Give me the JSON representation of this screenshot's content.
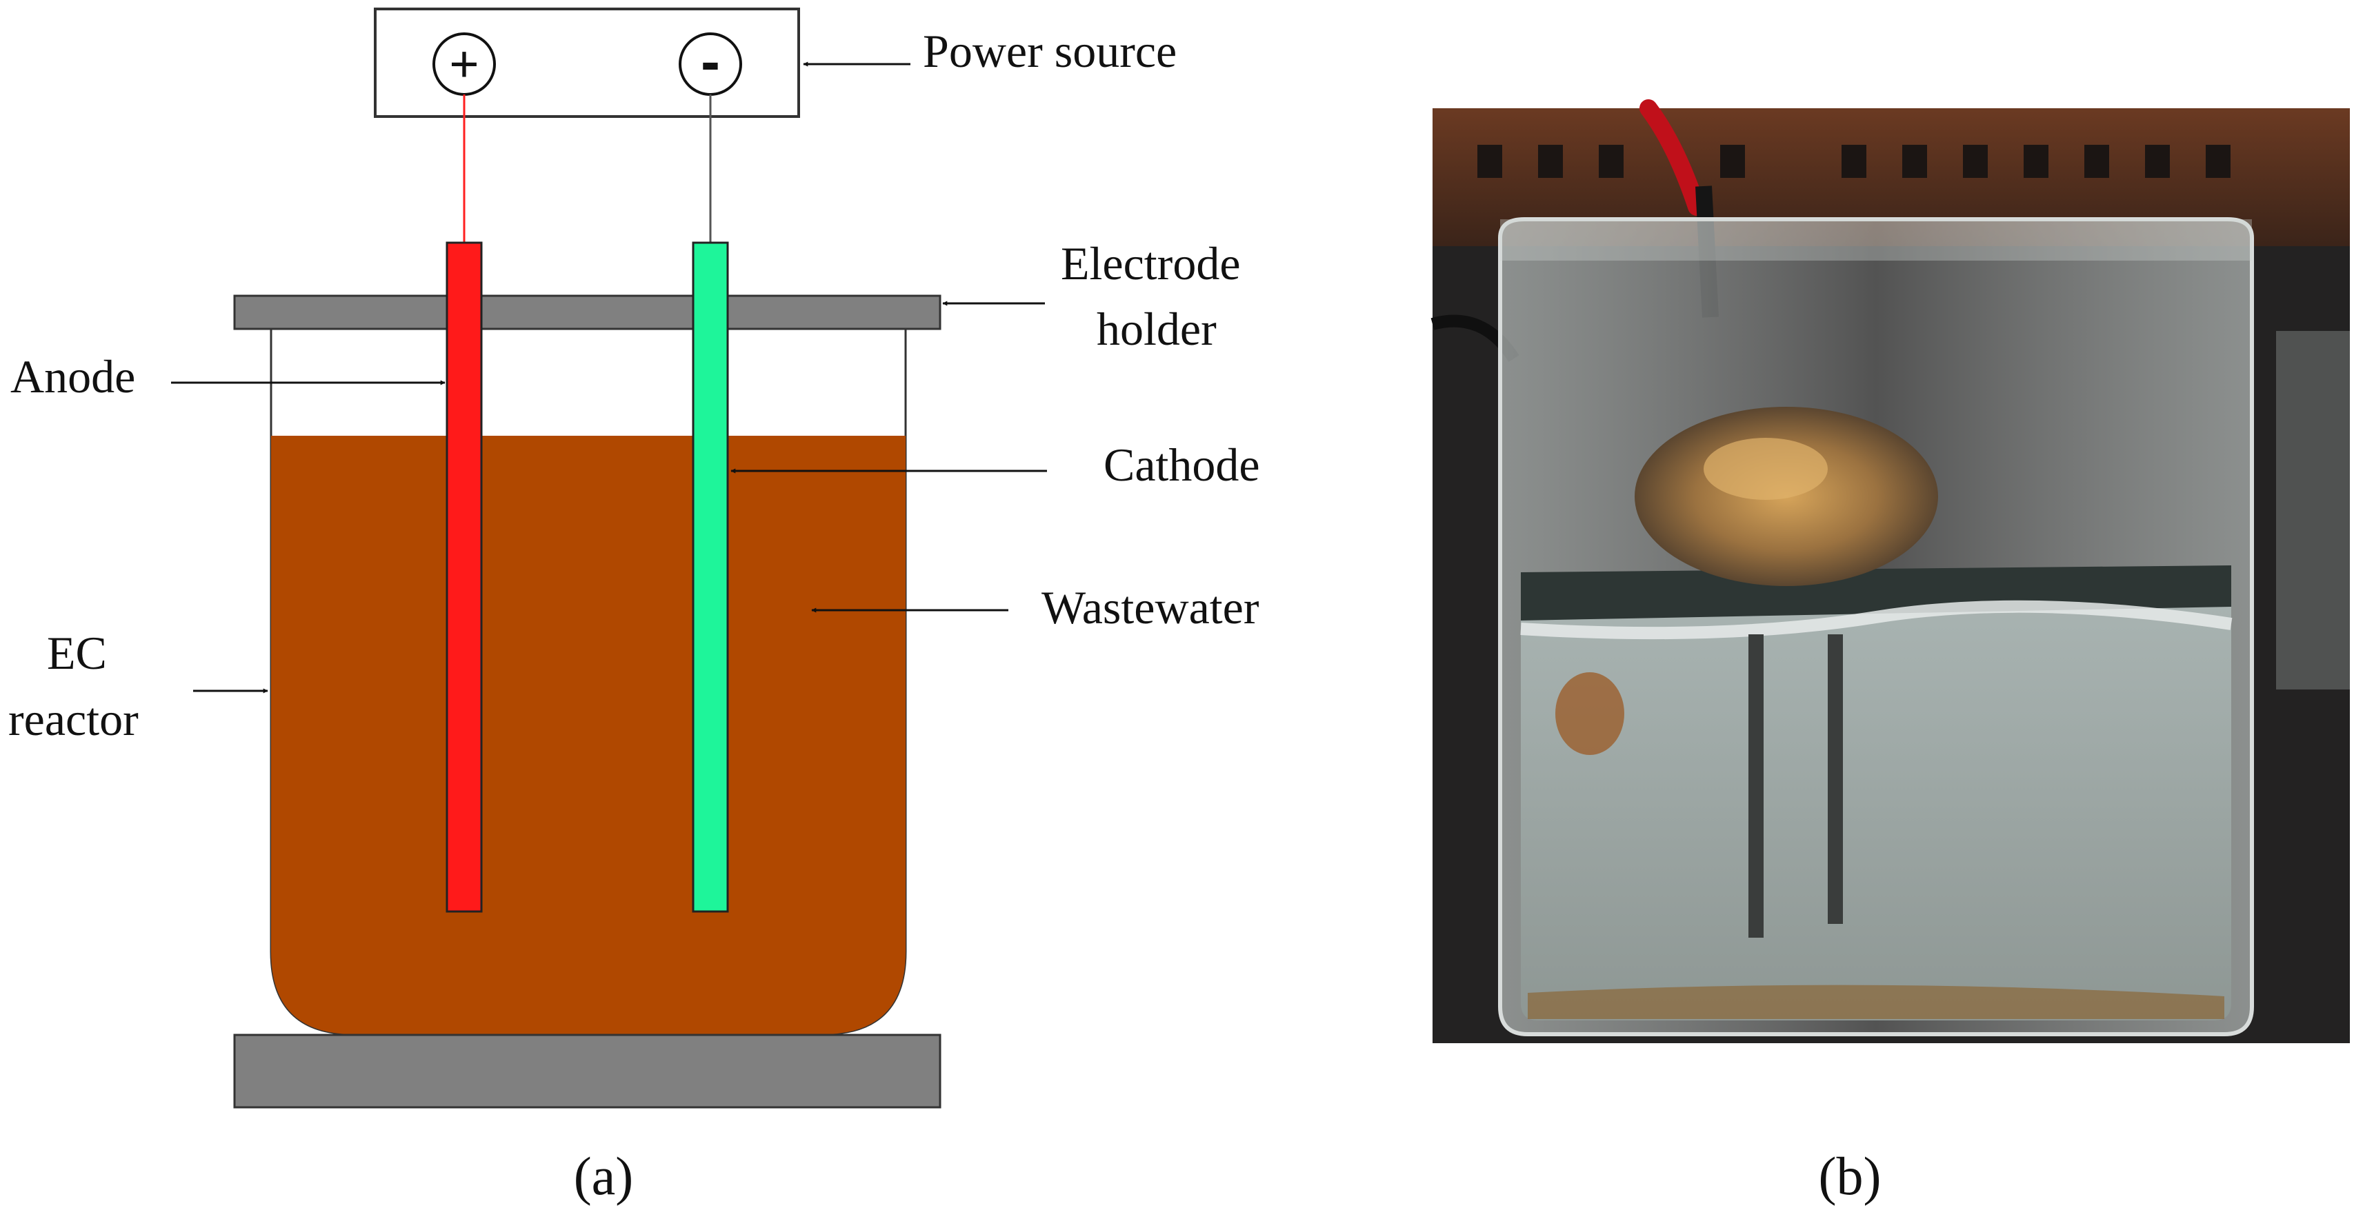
{
  "panel_a": {
    "labels": {
      "power_source": "Power source",
      "electrode_holder_line1": "Electrode",
      "electrode_holder_line2": "holder",
      "anode": "Anode",
      "cathode": "Cathode",
      "wastewater": "Wastewater",
      "ec_reactor_line1": "EC",
      "ec_reactor_line2": "reactor"
    },
    "terminals": {
      "positive": "+",
      "negative": "-"
    },
    "caption": "(a)",
    "colors": {
      "wastewater": "#b04800",
      "anode": "#ff1a1a",
      "cathode": "#1ef59a",
      "holder": "#808080",
      "anode_wire": "#ff2020",
      "cathode_wire": "#555555"
    }
  },
  "panel_b": {
    "caption": "(b)"
  }
}
